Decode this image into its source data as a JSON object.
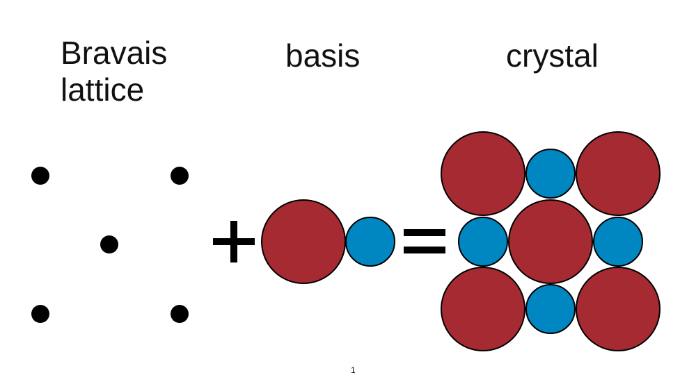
{
  "labels": {
    "bravais_line1": "Bravais",
    "bravais_line2": "lattice",
    "basis": "basis",
    "crystal": "crystal"
  },
  "operators": {
    "plus": "+",
    "equals": "="
  },
  "page_number": "1",
  "colors": {
    "large_atom": "#a52a32",
    "small_atom": "#0087c2",
    "outline": "#000000",
    "lattice_point": "#000000"
  }
}
